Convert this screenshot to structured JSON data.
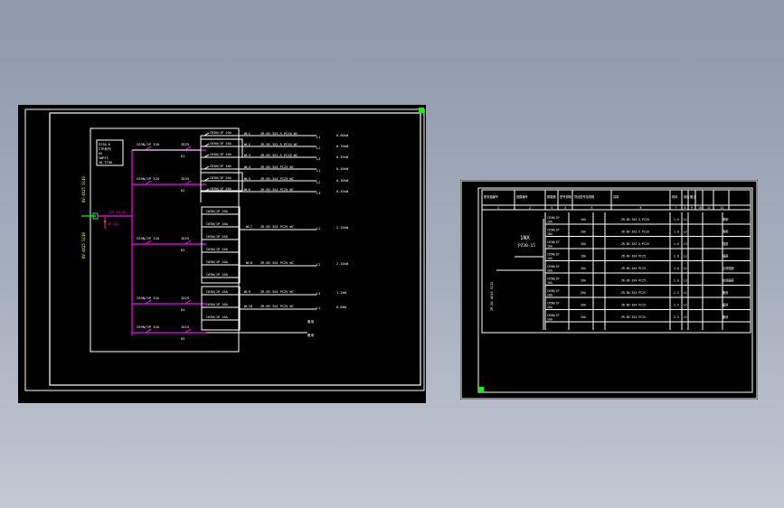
{
  "colors": {
    "background": "#9aa4b4",
    "sheet": "#000000",
    "line": "#ffffff",
    "bus": "#ff00ff",
    "label": "#ffff00",
    "grip": "#00ff00",
    "accent_red": "#ff3333"
  },
  "left_sheet": {
    "info_box": [
      "PZ30-R",
      "CTR系列",
      "6S",
      "SWRTS",
      "30 TTRR"
    ],
    "vertical_label_top": "BV-4X25 SC40",
    "vertical_label_bottom": "BV-4X25 SC40",
    "incoming": {
      "breaker": "S2E-63/4P",
      "sub": "4P-32A"
    },
    "upper_branches": [
      {
        "breaker": "C65N/1P 10A",
        "code": "WL1",
        "cable": "ZR-BV-3X2.5 PC20 WC",
        "phase": "L1",
        "power": "0.60kW"
      },
      {
        "breaker": "C65N/1P 10A",
        "code": "WL2",
        "cable": "ZR-BV-3X2.5 PC20 WC",
        "phase": "L2",
        "power": "0.70kW"
      },
      {
        "breaker": "C65N/1P 10A",
        "code": "WL3",
        "cable": "ZR-BV-3X2.5 PC20 WC",
        "phase": "L3",
        "power": "0.55kW"
      },
      {
        "breaker": "C65N/1P 16A",
        "code": "WL4",
        "cable": "ZR-BV-3X4 PC25 WC",
        "phase": "L1",
        "power": "0.50kW"
      },
      {
        "breaker": "C65N/1P 16A",
        "code": "WL5",
        "cable": "ZR-BV-3X4 PC25 WC",
        "phase": "L2",
        "power": "0.30kW"
      },
      {
        "breaker": "C65N/1P 16A",
        "code": "WL6",
        "cable": "ZR-BV-3X4 PC25 WC",
        "phase": "L3",
        "power": "0.45kW"
      }
    ],
    "feeders": [
      {
        "breaker": "C65N/3P 32A",
        "rcd": "ID25",
        "tag": "K1"
      },
      {
        "breaker": "C65N/3P 32A",
        "rcd": "ID25",
        "tag": "K2"
      },
      {
        "breaker": "C65N/3P 32A",
        "rcd": "ID25",
        "tag": "K3"
      },
      {
        "breaker": "C65N/3P 32A",
        "rcd": "ID25",
        "tag": "K4"
      },
      {
        "breaker": "C65N/3P 32A",
        "rcd": "ID25",
        "tag": "K5"
      }
    ],
    "group_a": {
      "breakers": [
        "C65N/1P 16A",
        "C65N/1P 16A",
        "C65N/1P 16A",
        "C65N/1P 16A",
        "C65N/1P 16A",
        "C65N/1P 16A"
      ],
      "circuits": [
        {
          "code": "WL7",
          "cable": "ZR-BV-3X4 PC25 WC",
          "phase": "L1",
          "power": "2.10kW"
        },
        {
          "code": "WL8",
          "cable": "ZR-BV-3X4 PC25 WC",
          "phase": "L2",
          "power": "2.10kW"
        }
      ]
    },
    "group_b": {
      "breakers": [
        "C65N/1P 16A",
        "C65N/1P 16A",
        "C65N/1P 16A"
      ],
      "circuits": [
        {
          "code": "WL9",
          "cable": "ZR-BV-3X4 PC25 WC",
          "phase": "L3",
          "power": "1.2kW"
        },
        {
          "code": "WL10",
          "cable": "ZR-BV-3X4 PC25 WC",
          "phase": "L1",
          "power": "0.6kW"
        }
      ]
    },
    "spare_labels": [
      "备用",
      "备用"
    ]
  },
  "right_sheet": {
    "header_cols": [
      "配电箱编号",
      "回路编号",
      "断路器",
      "型号规格",
      "导线型号及规格",
      "容量",
      "相序",
      "用途",
      "备注"
    ],
    "header_numbers": [
      "1",
      "2",
      "3",
      "4",
      "5",
      "6",
      "7",
      "8",
      "9",
      "10",
      "11",
      "12"
    ],
    "panel_label": "1NX",
    "panel_sub": "PZ30-15",
    "incoming_label": "ZR-BV-4X16 SC32",
    "rows": [
      {
        "breaker": "C65N/1P",
        "rating": "16A",
        "cable": "ZR-BV-3X2.5 PC20",
        "kw": "1.0",
        "phase": "L1",
        "use": "照明"
      },
      {
        "breaker": "C65N/1P",
        "rating": "16A",
        "cable": "ZR-BV-3X2.5 PC20",
        "kw": "1.0",
        "phase": "L2",
        "use": "照明"
      },
      {
        "breaker": "C65N/1P",
        "rating": "16A",
        "cable": "ZR-BV-3X2.5 PC20",
        "kw": "1.0",
        "phase": "L3",
        "use": "插座"
      },
      {
        "breaker": "C65N/1P",
        "rating": "16A",
        "cable": "ZR-BV-3X4 PC25",
        "kw": "2.0",
        "phase": "L1",
        "use": "插座"
      },
      {
        "breaker": "C65N/1P",
        "rating": "16A",
        "cable": "ZR-BV-3X4 PC25",
        "kw": "2.0",
        "phase": "L2",
        "use": "空调插座"
      },
      {
        "breaker": "C65N/1P",
        "rating": "16A",
        "cable": "ZR-BV-3X4 PC25",
        "kw": "2.0",
        "phase": "L3",
        "use": "空调插座"
      },
      {
        "breaker": "C65N/1P",
        "rating": "20A",
        "cable": "ZR-BV-3X4 PC25",
        "kw": "2.5",
        "phase": "L1",
        "use": "备用"
      },
      {
        "breaker": "C65N/1P",
        "rating": "20A",
        "cable": "ZR-BV-3X4 PC25",
        "kw": "2.5",
        "phase": "L2",
        "use": "备用"
      },
      {
        "breaker": "C65N/1P",
        "rating": "20A",
        "cable": "ZR-BV-3X4 PC25",
        "kw": "2.5",
        "phase": "L3",
        "use": "备用"
      }
    ]
  }
}
